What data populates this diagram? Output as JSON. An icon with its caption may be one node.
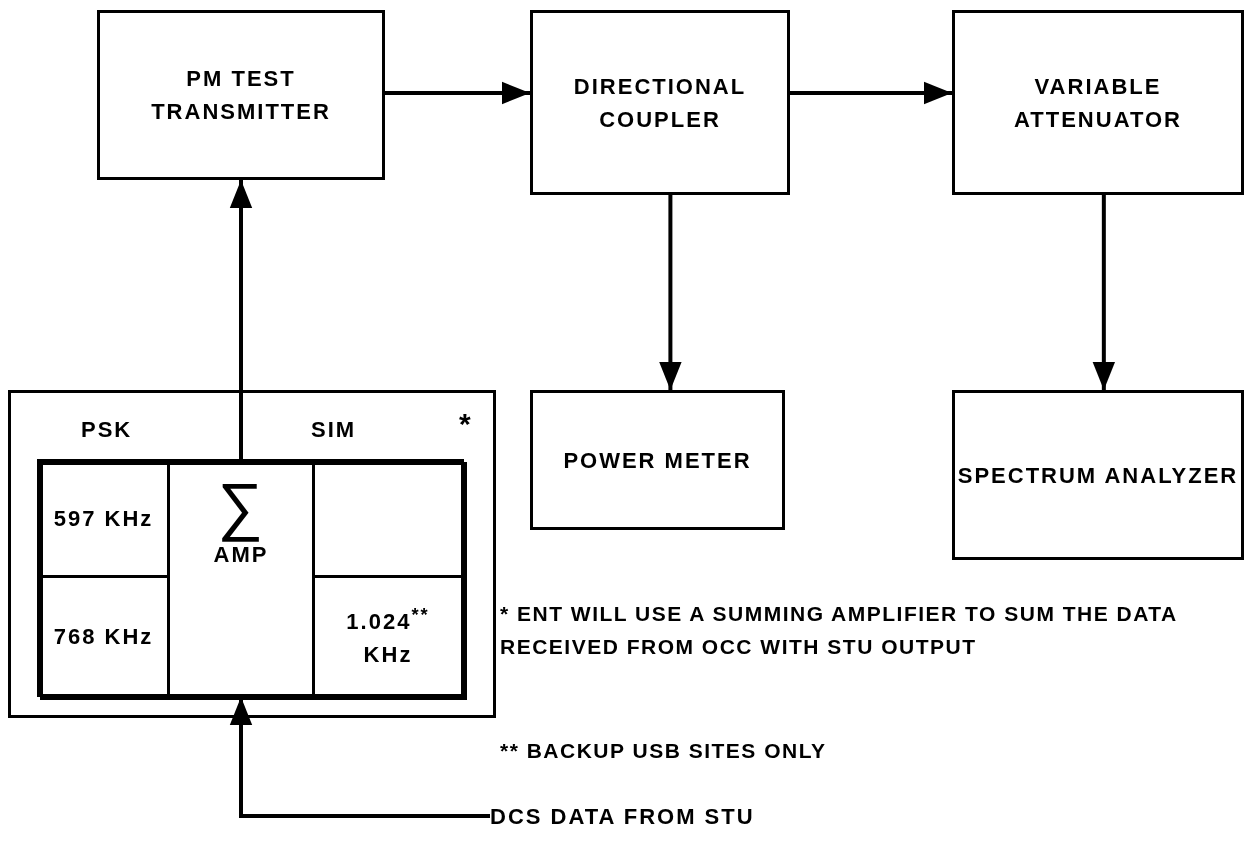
{
  "diagram": {
    "nodes": [
      {
        "text": [
          "PM TEST TRANSMITTER"
        ]
      },
      {
        "text": [
          "DIRECTIONAL COUPLER"
        ]
      },
      {
        "text": [
          "VARIABLE ATTENUATOR"
        ]
      },
      {
        "text": [
          "POWER METER"
        ]
      },
      {
        "text": [
          "SPECTRUM ANALYZER"
        ]
      },
      {
        "text": [
          "PSK",
          "SIM",
          "*"
        ]
      },
      {
        "text": [],
        "shape": "box",
        "in": 5
      },
      {
        "text": [
          "597 KHz"
        ],
        "in": 6
      },
      {
        "text": [
          "768 KHz"
        ],
        "in": 6
      },
      {
        "text": [
          "∑",
          "AMP"
        ],
        "in": 6
      },
      {
        "text": [],
        "shape": "box",
        "in": 6
      },
      {
        "text": [
          "1.024$^{**}$ KHz"
        ],
        "in": 6
      },
      {
        "text": [
          "DCS DATA FROM STU"
        ]
      }
    ],
    "edges": [
      {
        "from": 0,
        "to": 1,
        "arrow": "to"
      },
      {
        "from": 1,
        "to": 2,
        "arrow": "to"
      },
      {
        "from": 1,
        "to": 3,
        "arrow": "to"
      },
      {
        "from": 2,
        "to": 4,
        "arrow": "to"
      },
      {
        "from": 9,
        "to": 0,
        "arrow": "to"
      },
      {
        "from": 12,
        "to": 9,
        "arrow": "to"
      }
    ],
    "labels": [
      "* ENT WILL USE A SUMMING AMPLIFIER TO SUM THE DATA RECEIVED FROM OCC WITH STU OUTPUT",
      "** BACKUP USB SITES ONLY"
    ]
  }
}
